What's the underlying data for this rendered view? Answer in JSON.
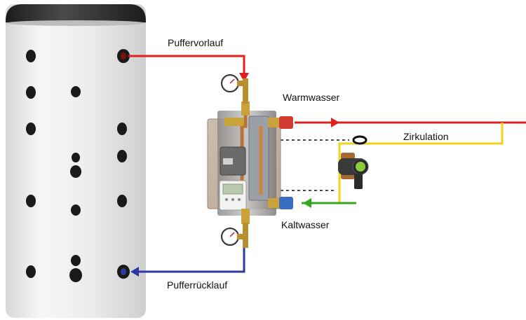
{
  "labels": {
    "puffervorlauf": "Puffervorlauf",
    "warmwasser": "Warmwasser",
    "zirkulation": "Zirkulation",
    "kaltwasser": "Kaltwasser",
    "pufferruecklauf": "Pufferrücklauf"
  },
  "colors": {
    "hot_line": "#e0201c",
    "return_line": "#2a3aa0",
    "cold_line": "#36a51f",
    "circulation_line": "#f2d21b",
    "dashed_line": "#111111",
    "tank_body": "#eeeeee",
    "tank_cap": "#2c2c2c",
    "panel": "#c7b7a8"
  }
}
